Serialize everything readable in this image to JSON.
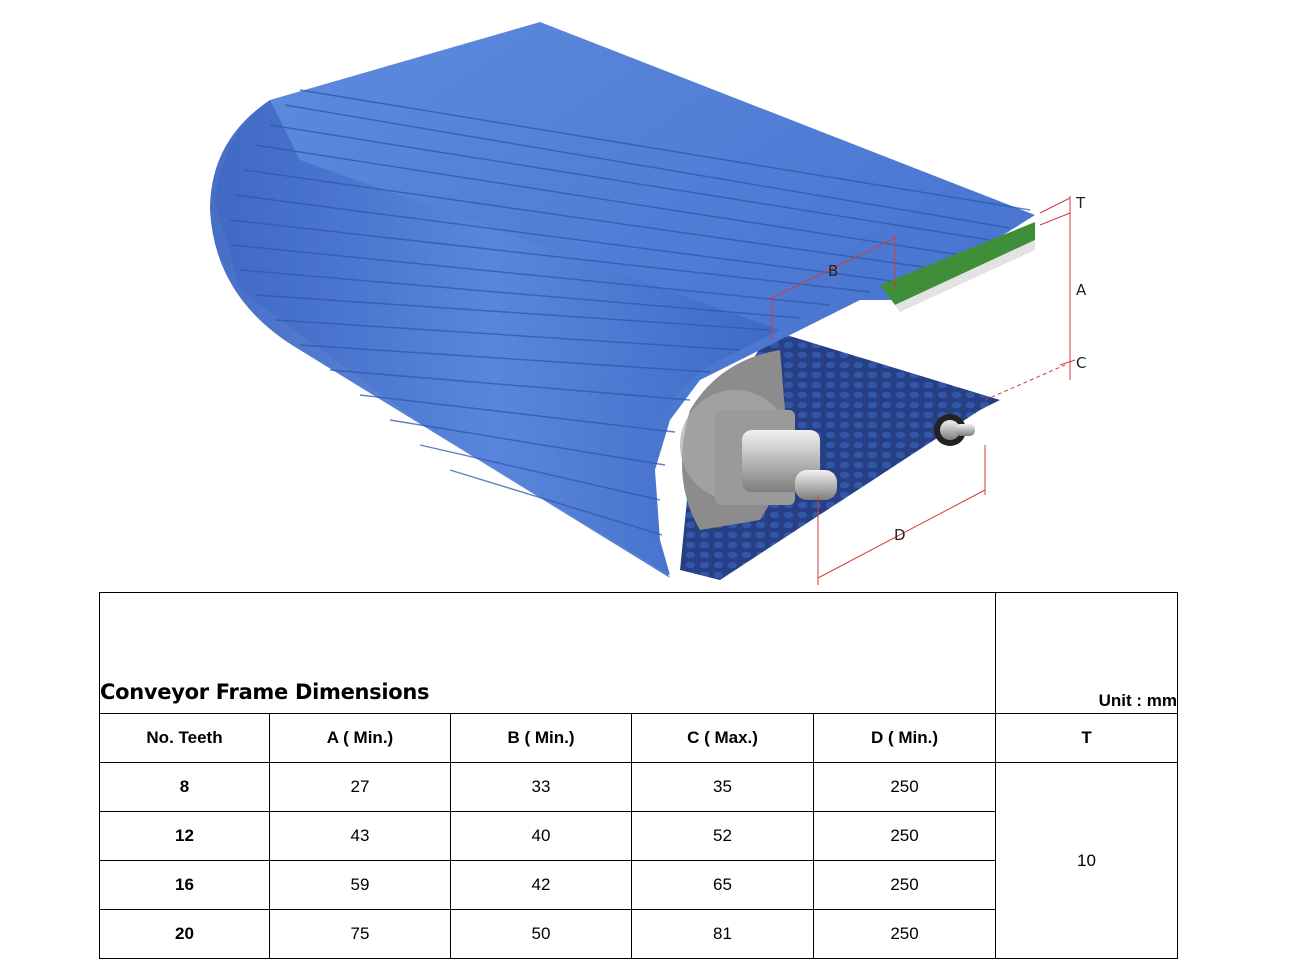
{
  "illustration": {
    "dimension_labels": [
      "T",
      "A",
      "C",
      "B",
      "D"
    ],
    "colors": {
      "belt": "#4a78d2",
      "belt_dark": "#2f58b0",
      "belt_light": "#6e96e4",
      "green_strip": "#3f8f3a",
      "dimension_line": "#d63b3b"
    }
  },
  "table": {
    "title": "Conveyor Frame Dimensions",
    "unit": "Unit : mm",
    "headers": [
      "No. Teeth",
      "A ( Min.)",
      "B ( Min.)",
      "C ( Max.)",
      "D ( Min.)",
      "T"
    ],
    "rows": [
      [
        "8",
        "27",
        "33",
        "35",
        "250"
      ],
      [
        "12",
        "43",
        "40",
        "52",
        "250"
      ],
      [
        "16",
        "59",
        "42",
        "65",
        "250"
      ],
      [
        "20",
        "75",
        "50",
        "81",
        "250"
      ]
    ],
    "t_value": "10"
  }
}
